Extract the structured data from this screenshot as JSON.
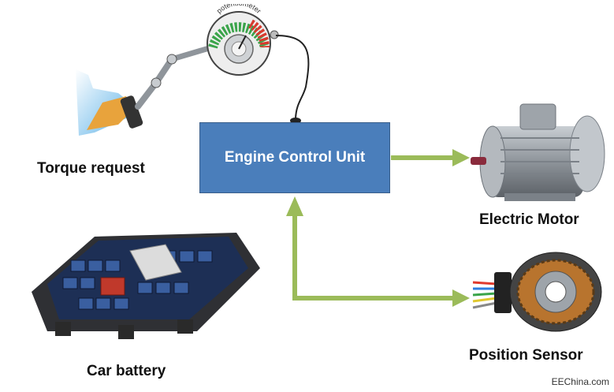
{
  "diagram": {
    "ecu": {
      "label": "Engine Control Unit"
    },
    "nodes": {
      "torque": {
        "label": "Torque request"
      },
      "potentiometer": {
        "dial_text": "potentiometer"
      },
      "motor": {
        "label": "Electric Motor"
      },
      "sensor": {
        "label": "Position Sensor"
      },
      "battery": {
        "label": "Car battery"
      }
    },
    "watermark": "EEChina.com"
  },
  "colors": {
    "ecu_fill": "#4a7ebb",
    "arrow": "#9bbb59",
    "cable": "#222222"
  }
}
